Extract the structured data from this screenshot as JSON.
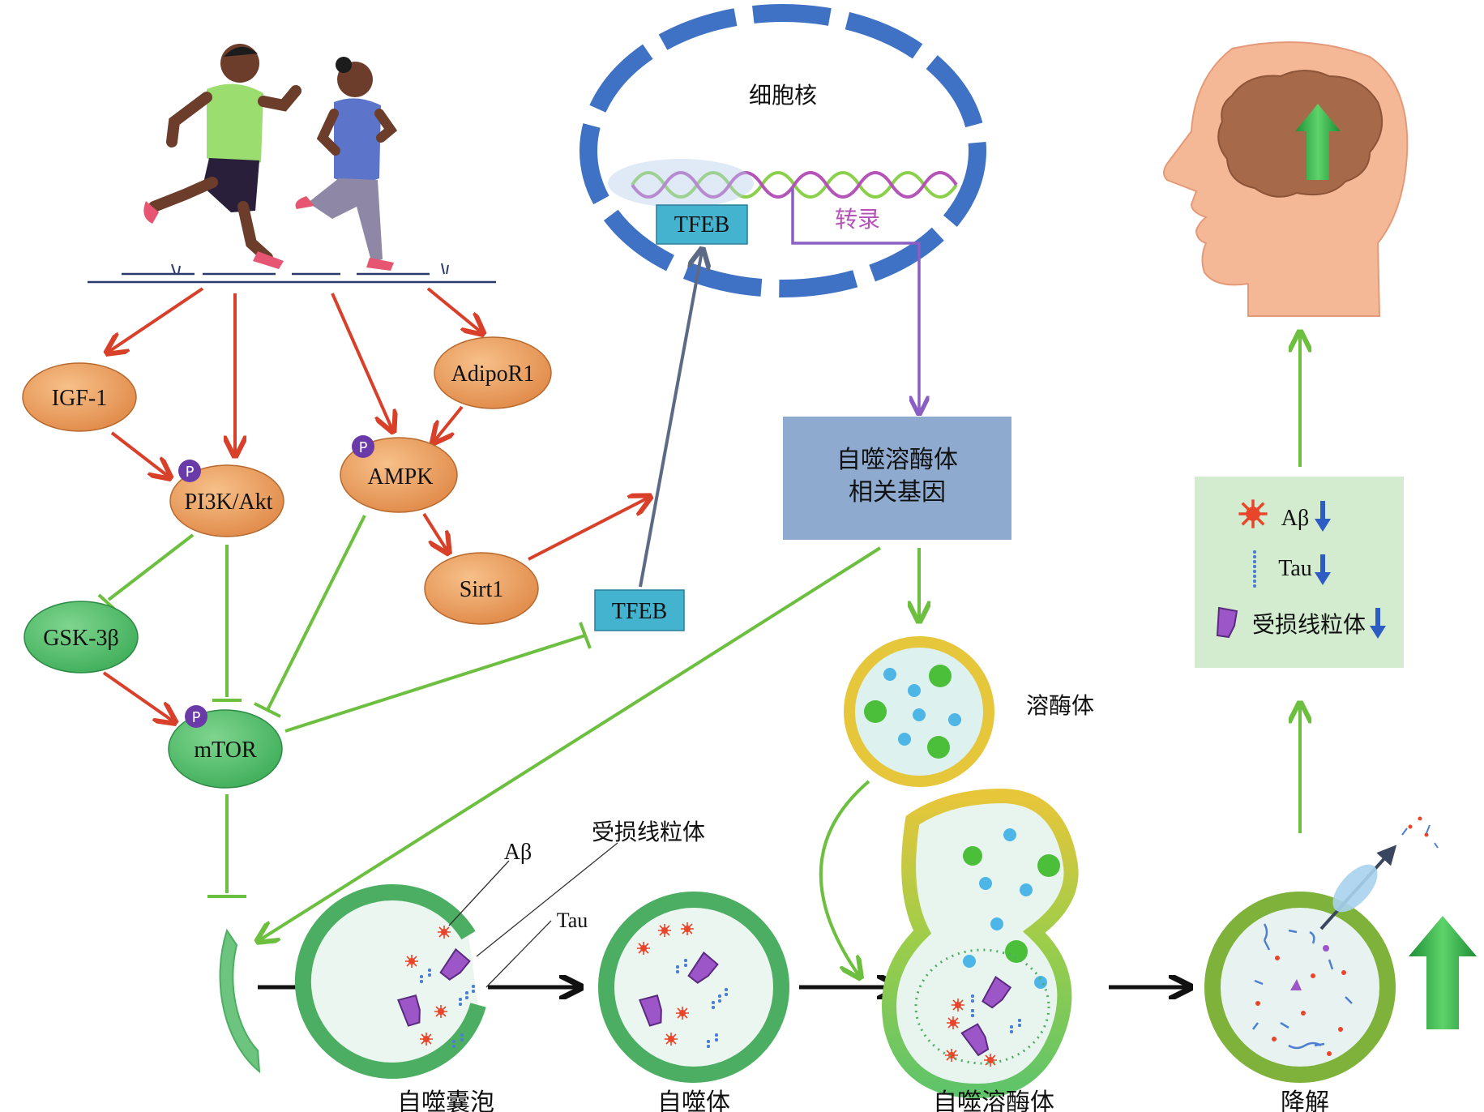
{
  "nodes": {
    "igf1": "IGF-1",
    "pi3k_akt": "PI3K/Akt",
    "ampk": "AMPK",
    "adipor1": "AdipoR1",
    "gsk3b": "GSK-3β",
    "mtor": "mTOR",
    "sirt1": "Sirt1",
    "tfeb_cyto": "TFEB",
    "tfeb_nuc": "TFEB",
    "phospho": "P"
  },
  "nucleus": {
    "title": "细胞核",
    "transcription": "转录"
  },
  "genes_box": {
    "line1": "自噬溶酶体",
    "line2": "相关基因"
  },
  "lysosome_label": "溶酶体",
  "cargo_labels": {
    "abeta": "Aβ",
    "damaged_mito": "受损线粒体",
    "tau": "Tau"
  },
  "stages": {
    "phagophore": "自噬囊泡",
    "autophagosome": "自噬体",
    "autolysosome": "自噬溶酶体",
    "degradation": "降解"
  },
  "result_box": {
    "abeta": "Aβ",
    "tau": "Tau",
    "mito": "受损线粒体"
  },
  "colors": {
    "activation_arrow": "#d8402a",
    "inhibition_line": "#6cbf3f",
    "orange_node": "#eda064",
    "green_node": "#4fbf68",
    "nucleus_ring": "#3f72c4",
    "genes_box": "#8eaacf",
    "result_box": "#d3ecd0",
    "tfeb_box": "#43b3cf",
    "down_arrow": "#2d5cc4",
    "up_arrow": "#3bb14a"
  }
}
